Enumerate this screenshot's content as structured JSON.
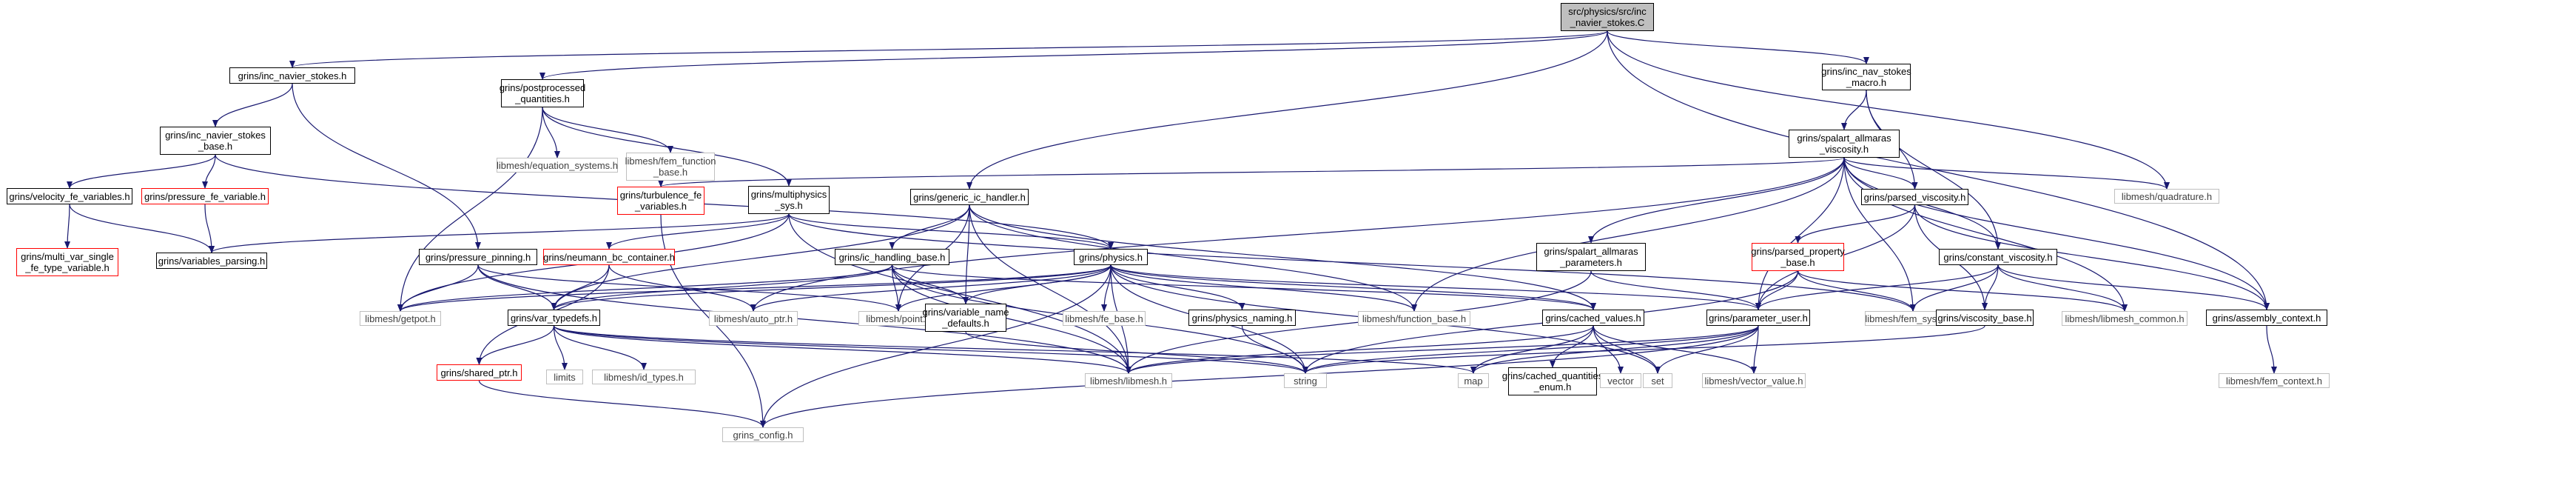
{
  "colors": {
    "edge": "#191970",
    "root_fill": "#bfbfbf",
    "red_border": "#ff0000",
    "ext_border": "#bfbfbf"
  },
  "nodes": {
    "root": [
      "src/physics/src/inc",
      "_navier_stokes.C"
    ],
    "inc_navier_stokes_h": [
      "grins/inc_navier_stokes.h"
    ],
    "postprocessed_quantities_h": [
      "grins/postprocessed",
      "_quantities.h"
    ],
    "generic_ic_handler_h": [
      "grins/generic_ic_handler.h"
    ],
    "inc_nav_stokes_macro_h": [
      "grins/inc_nav_stokes",
      "_macro.h"
    ],
    "inc_navier_stokes_base_h": [
      "grins/inc_navier_stokes",
      "_base.h"
    ],
    "equation_systems_h": [
      "libmesh/equation_systems.h"
    ],
    "fem_function_base_h": [
      "libmesh/fem_function",
      "_base.h"
    ],
    "multiphysics_sys_h": [
      "grins/multiphysics",
      "_sys.h"
    ],
    "spalart_allmaras_viscosity_h": [
      "grins/spalart_allmaras",
      "_viscosity.h"
    ],
    "velocity_fe_variables_h": [
      "grins/velocity_fe_variables.h"
    ],
    "pressure_fe_variable_h": [
      "grins/pressure_fe_variable.h"
    ],
    "turbulence_fe_variables_h": [
      "grins/turbulence_fe",
      "_variables.h"
    ],
    "parsed_viscosity_h": [
      "grins/parsed_viscosity.h"
    ],
    "quadrature_h": [
      "libmesh/quadrature.h"
    ],
    "multi_var_single_h": [
      "grins/multi_var_single",
      "_fe_type_variable.h"
    ],
    "variables_parsing_h": [
      "grins/variables_parsing.h"
    ],
    "pressure_pinning_h": [
      "grins/pressure_pinning.h"
    ],
    "neumann_bc_container_h": [
      "grins/neumann_bc_container.h"
    ],
    "ic_handling_base_h": [
      "grins/ic_handling_base.h"
    ],
    "physics_h": [
      "grins/physics.h"
    ],
    "spalart_allmaras_parameters_h": [
      "grins/spalart_allmaras",
      "_parameters.h"
    ],
    "parsed_property_base_h": [
      "grins/parsed_property",
      "_base.h"
    ],
    "constant_viscosity_h": [
      "grins/constant_viscosity.h"
    ],
    "getpot_h": [
      "libmesh/getpot.h"
    ],
    "var_typedefs_h": [
      "grins/var_typedefs.h"
    ],
    "auto_ptr_h": [
      "libmesh/auto_ptr.h"
    ],
    "point_h": [
      "libmesh/point.h"
    ],
    "variable_name_defaults_h": [
      "grins/variable_name",
      "_defaults.h"
    ],
    "fe_base_h": [
      "libmesh/fe_base.h"
    ],
    "physics_naming_h": [
      "grins/physics_naming.h"
    ],
    "function_base_h": [
      "libmesh/function_base.h"
    ],
    "cached_values_h": [
      "grins/cached_values.h"
    ],
    "parameter_user_h": [
      "grins/parameter_user.h"
    ],
    "fem_system_h": [
      "libmesh/fem_system.h"
    ],
    "viscosity_base_h": [
      "grins/viscosity_base.h"
    ],
    "libmesh_common_h": [
      "libmesh/libmesh_common.h"
    ],
    "assembly_context_h": [
      "grins/assembly_context.h"
    ],
    "shared_ptr_h": [
      "grins/shared_ptr.h"
    ],
    "limits": [
      "limits"
    ],
    "id_types_h": [
      "libmesh/id_types.h"
    ],
    "libmesh_h": [
      "libmesh/libmesh.h"
    ],
    "string": [
      "string"
    ],
    "map": [
      "map"
    ],
    "cached_quantities_enum_h": [
      "grins/cached_quantities",
      "_enum.h"
    ],
    "vector": [
      "vector"
    ],
    "set": [
      "set"
    ],
    "vector_value_h": [
      "libmesh/vector_value.h"
    ],
    "fem_context_h": [
      "libmesh/fem_context.h"
    ],
    "grins_config_h": [
      "grins_config.h"
    ]
  }
}
